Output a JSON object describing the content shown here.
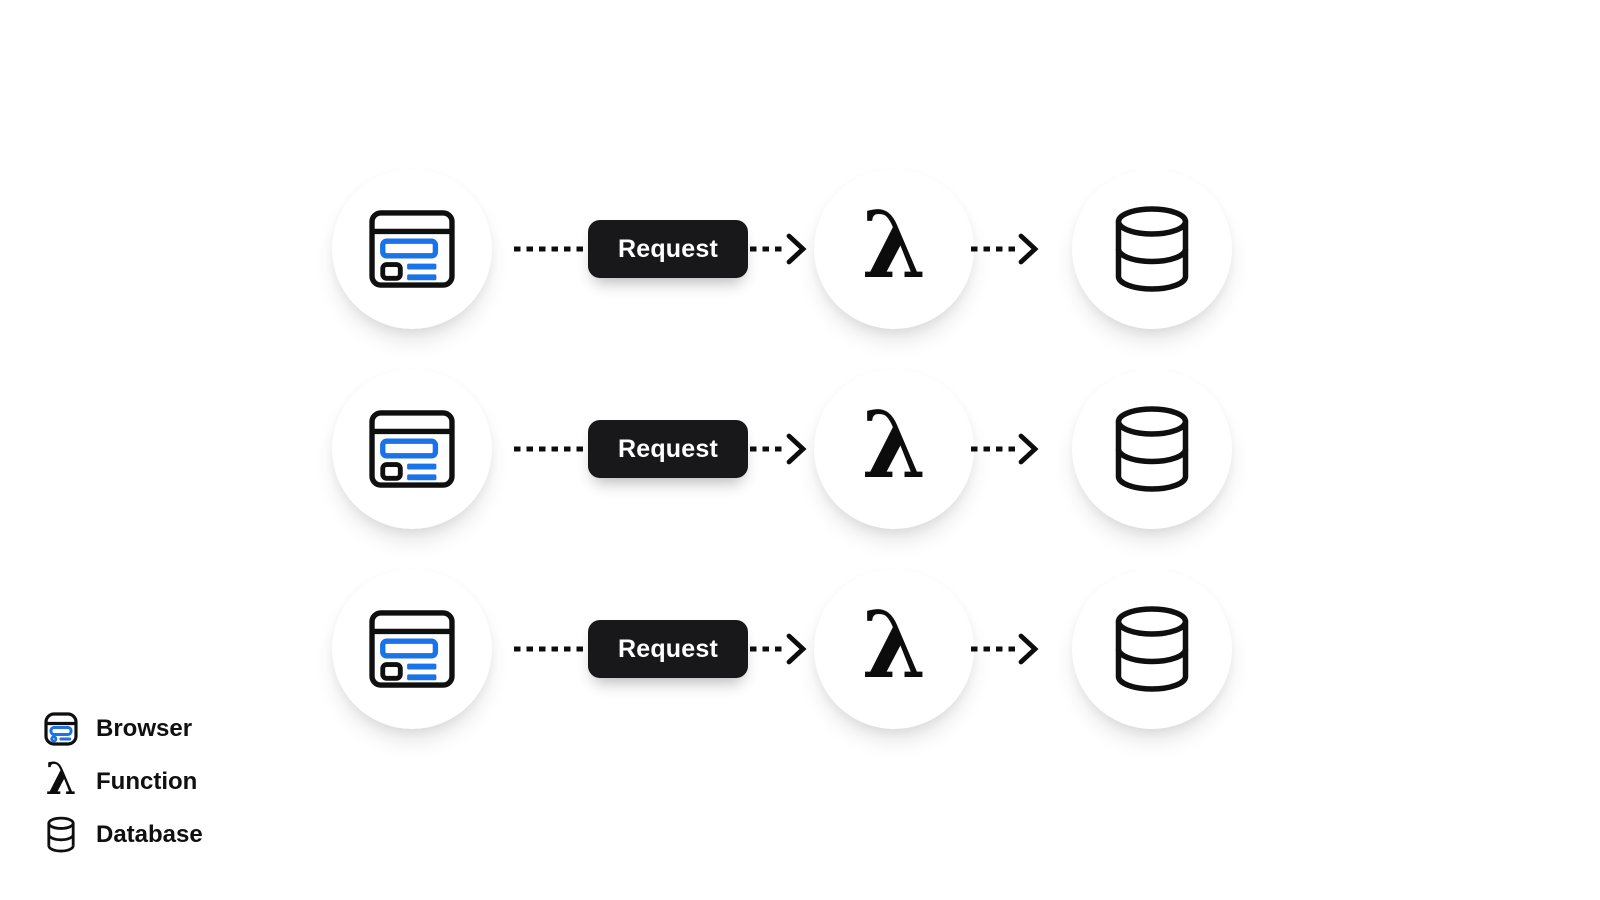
{
  "diagram": {
    "request_label": "Request",
    "rows": [
      {
        "source": "browser",
        "via": "request",
        "processor": "function",
        "target": "database"
      },
      {
        "source": "browser",
        "via": "request",
        "processor": "function",
        "target": "database"
      },
      {
        "source": "browser",
        "via": "request",
        "processor": "function",
        "target": "database"
      }
    ]
  },
  "icons": {
    "lambda_glyph": "λ",
    "browser": "browser-window-icon",
    "database": "database-cylinder-icon"
  },
  "legend": {
    "items": [
      {
        "icon": "browser-icon",
        "label": "Browser"
      },
      {
        "icon": "lambda-icon",
        "label": "Function"
      },
      {
        "icon": "database-icon",
        "label": "Database"
      }
    ]
  },
  "colors": {
    "accent_blue": "#1a73e8",
    "button_bg": "#18181b",
    "ink": "#101010",
    "background": "#ffffff"
  }
}
